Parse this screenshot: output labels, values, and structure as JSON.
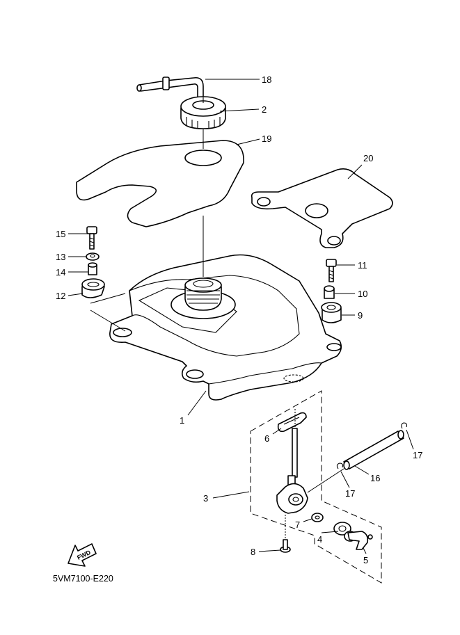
{
  "diagram": {
    "code": "5VM7100-E220",
    "fwd_label": "FWD"
  },
  "callouts": {
    "c1": "1",
    "c2": "2",
    "c3": "3",
    "c4": "4",
    "c5": "5",
    "c6": "6",
    "c7": "7",
    "c8": "8",
    "c9": "9",
    "c10": "10",
    "c11": "11",
    "c12": "12",
    "c13": "13",
    "c14": "14",
    "c15": "15",
    "c16": "16",
    "c17a": "17",
    "c17b": "17",
    "c18": "18",
    "c19": "19",
    "c20": "20"
  }
}
